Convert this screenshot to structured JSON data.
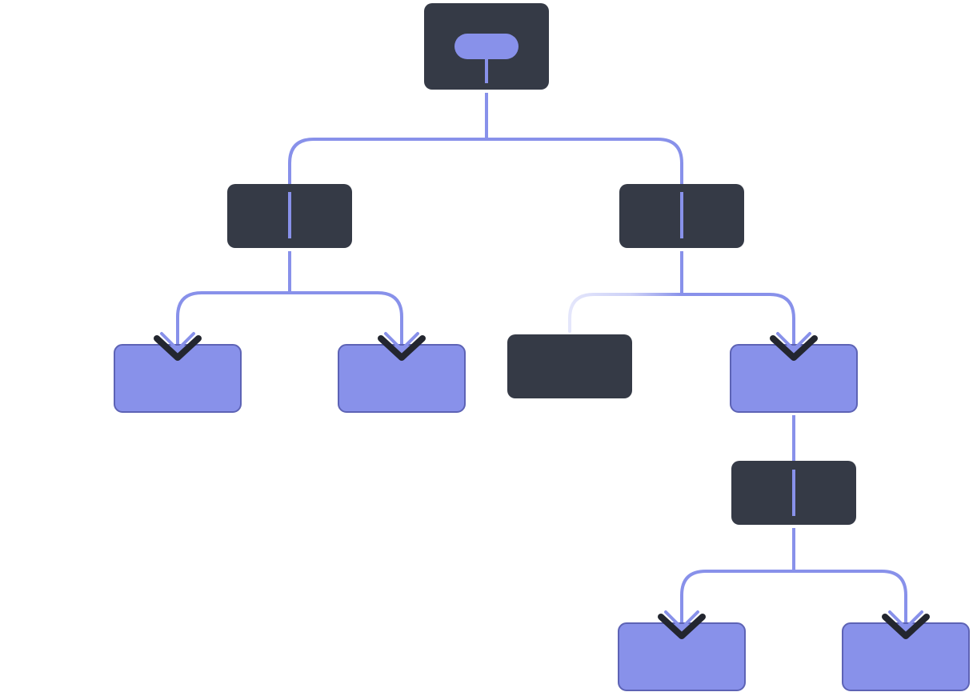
{
  "colors": {
    "background": "#ffffff",
    "dark_node": "#353a46",
    "light_node": "#8891ea",
    "light_node_border": "#5d63b5",
    "connector": "#8891ea",
    "connector_faded": "#d6d9f8",
    "arrow_shadow": "#23262f"
  },
  "nodes": [
    {
      "id": "root",
      "kind": "dark",
      "has_pill": true
    },
    {
      "id": "branch-left",
      "kind": "dark",
      "has_pill": false
    },
    {
      "id": "branch-right",
      "kind": "dark",
      "has_pill": false
    },
    {
      "id": "leaf-left-1",
      "kind": "light",
      "has_pill": false
    },
    {
      "id": "leaf-left-2",
      "kind": "light",
      "has_pill": false
    },
    {
      "id": "node-inactive",
      "kind": "dark",
      "has_pill": false
    },
    {
      "id": "leaf-right-1",
      "kind": "light",
      "has_pill": false
    },
    {
      "id": "branch-lower",
      "kind": "dark",
      "has_pill": false
    },
    {
      "id": "leaf-lower-1",
      "kind": "light",
      "has_pill": false
    },
    {
      "id": "leaf-lower-2",
      "kind": "light",
      "has_pill": false
    }
  ],
  "edges": [
    {
      "from": "root",
      "to": "branch-left",
      "arrow": false,
      "faded": false
    },
    {
      "from": "root",
      "to": "branch-right",
      "arrow": false,
      "faded": false
    },
    {
      "from": "branch-left",
      "to": "leaf-left-1",
      "arrow": true,
      "faded": false
    },
    {
      "from": "branch-left",
      "to": "leaf-left-2",
      "arrow": true,
      "faded": false
    },
    {
      "from": "branch-right",
      "to": "node-inactive",
      "arrow": false,
      "faded": true
    },
    {
      "from": "branch-right",
      "to": "leaf-right-1",
      "arrow": true,
      "faded": false
    },
    {
      "from": "leaf-right-1",
      "to": "branch-lower",
      "arrow": false,
      "faded": false
    },
    {
      "from": "branch-lower",
      "to": "leaf-lower-1",
      "arrow": true,
      "faded": false
    },
    {
      "from": "branch-lower",
      "to": "leaf-lower-2",
      "arrow": true,
      "faded": false
    }
  ]
}
